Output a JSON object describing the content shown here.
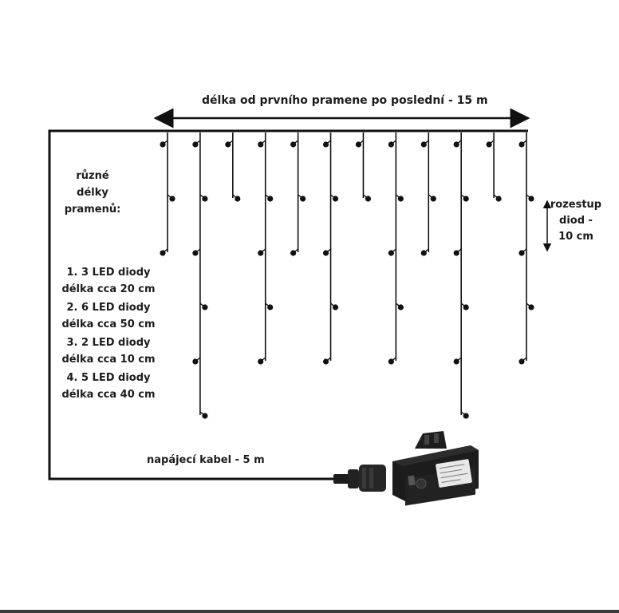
{
  "labels": {
    "width": "délka od prvního pramene po poslední - 15 m",
    "varied_lengths": [
      "různé",
      "délky",
      "pramenů:"
    ],
    "spacing": [
      "rozestup",
      "diod -",
      "10 cm"
    ],
    "cable": "napájecí kabel - 5 m"
  },
  "strand_types": [
    {
      "count_line": "1. 3 LED diody",
      "length_line": "délka cca 20 cm"
    },
    {
      "count_line": "2. 6 LED diody",
      "length_line": "délka cca 50 cm"
    },
    {
      "count_line": "3. 2 LED diody",
      "length_line": "délka cca 10 cm"
    },
    {
      "count_line": "4. 5 LED diody",
      "length_line": "délka cca 40 cm"
    }
  ],
  "strand_led_counts": [
    3,
    6,
    2,
    5,
    3,
    5,
    2,
    5,
    3,
    6,
    2,
    5
  ],
  "colors": {
    "line": "#111111",
    "adapter": "#1c1c1c",
    "text": "#1c1c1c"
  }
}
